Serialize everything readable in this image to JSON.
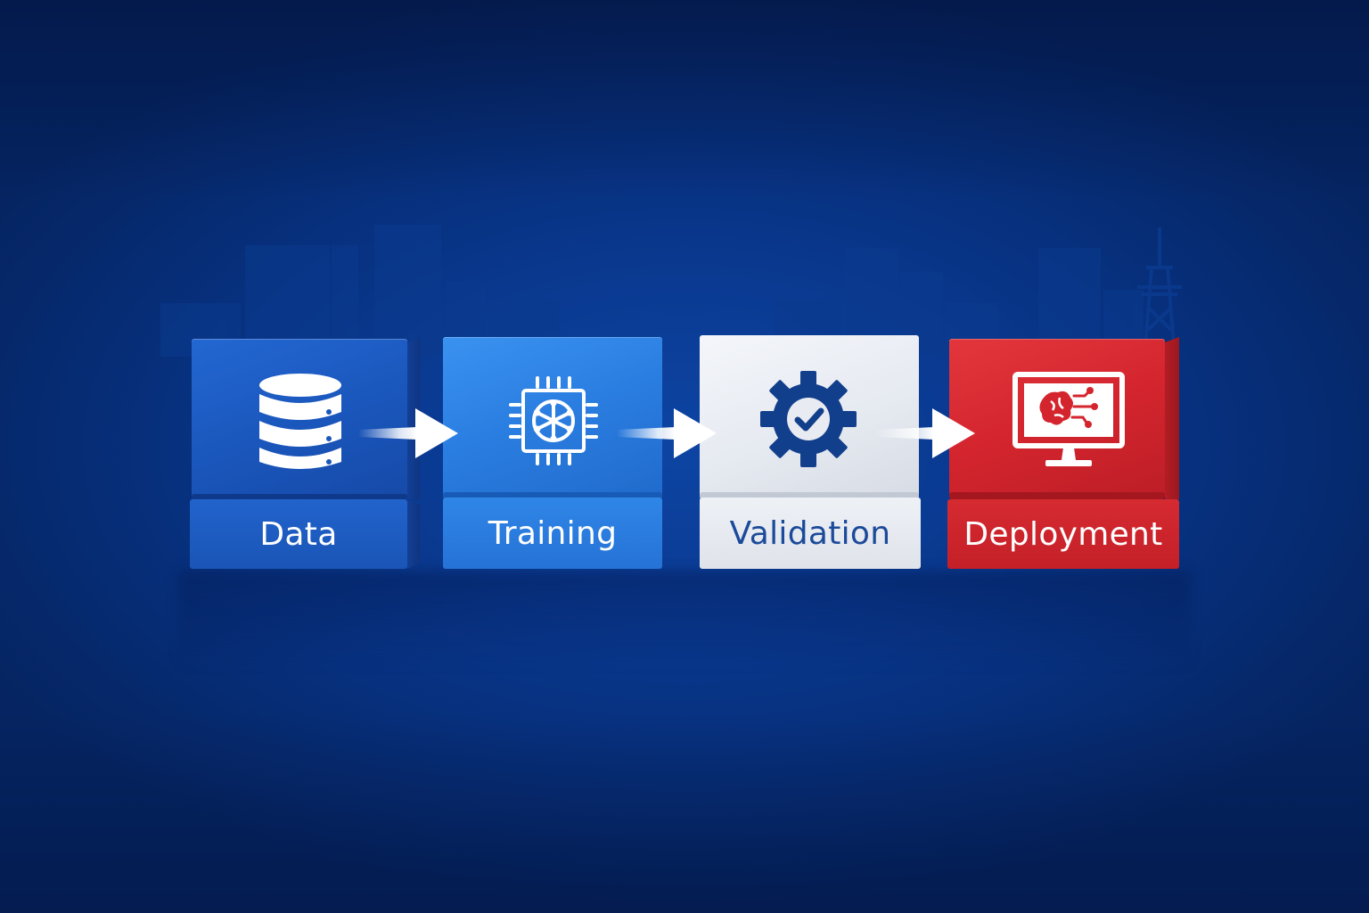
{
  "stages": [
    {
      "label": "Data",
      "icon": "database-icon",
      "color": "#1c5ec8"
    },
    {
      "label": "Training",
      "icon": "ai-chip-icon",
      "color": "#2a7de0"
    },
    {
      "label": "Validation",
      "icon": "gear-check-icon",
      "color": "#e4e8ef"
    },
    {
      "label": "Deployment",
      "icon": "monitor-brain-icon",
      "color": "#d4252e"
    }
  ],
  "connectors": [
    "arrow-right-icon",
    "arrow-right-icon",
    "arrow-right-icon"
  ],
  "colors": {
    "background": "#0a3a92",
    "accent_blue": "#1c5ec8",
    "accent_red": "#d4252e",
    "label_light": "#ffffff",
    "label_dark": "#1b4a9a"
  }
}
